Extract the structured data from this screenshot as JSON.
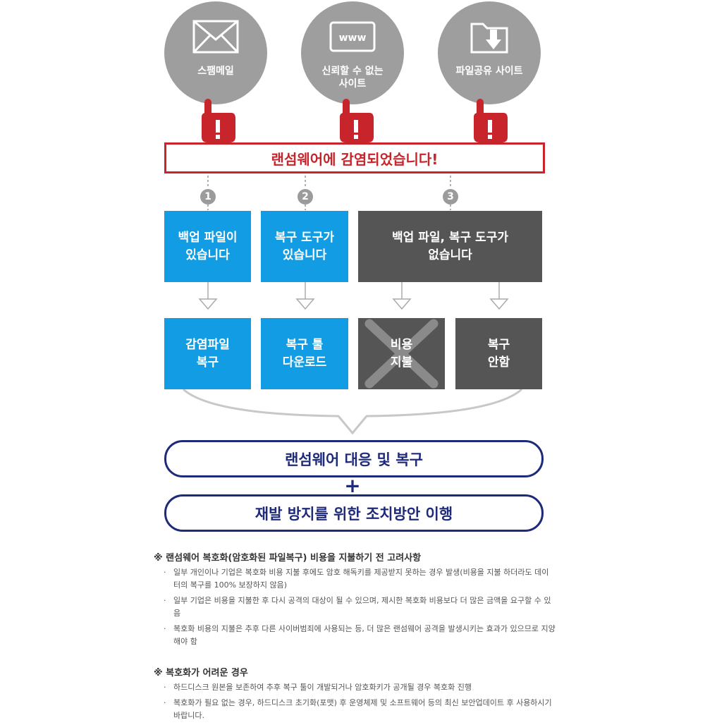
{
  "sources": [
    {
      "label": "스팸메일",
      "icon": "envelope-icon"
    },
    {
      "label": "신뢰할 수 없는\n사이트",
      "icon": "www-browser-icon",
      "icon_text": "www"
    },
    {
      "label": "파일공유 사이트",
      "icon": "folder-download-icon"
    }
  ],
  "alert": {
    "text": "랜섬웨어에 감염되었습니다!",
    "color": "#c7242b"
  },
  "numbers": [
    "1",
    "2",
    "3"
  ],
  "scenarios": [
    {
      "text": "백업 파일이\n있습니다",
      "color": "#129ce3"
    },
    {
      "text": "복구 도구가\n있습니다",
      "color": "#129ce3"
    },
    {
      "text": "백업 파일, 복구 도구가\n없습니다",
      "color": "#555555"
    }
  ],
  "outcomes": [
    {
      "text": "감염파일\n복구"
    },
    {
      "text": "복구 툴\n다운로드"
    },
    {
      "text": "비용\n지불",
      "crossed": true
    },
    {
      "text": "복구\n안함"
    }
  ],
  "result": {
    "response": "랜섬웨어 대응 및 복구",
    "plus": "+",
    "prevention": "재발 방지를 위한 조치방안 이행",
    "color": "#1e2a7a"
  },
  "notes": [
    {
      "title": "※ 랜섬웨어 복호화(암호화된 파일복구) 비용을 지불하기 전 고려사항",
      "items": [
        "일부 개인이나 기업은 복호화 비용 지불 후에도 암호 해독키를 제공받지 못하는 경우 발생(비용을 지불 하더라도 데이터의 복구를 100% 보장하지 않음)",
        "일부 기업은 비용을 지불한 후 다시 공격의 대상이 될 수 있으며, 제시한 복호화 비용보다 더 많은 금액을 요구할 수 있음",
        "복호화 비용의 지불은 추후 다른 사이버범죄에 사용되는 등, 더 많은 랜섬웨어 공격을 발생시키는 효과가 있으므로 지양해야 함"
      ]
    },
    {
      "title": "※ 복호화가 어려운 경우",
      "items": [
        "하드디스크 원본을 보존하여 추후 복구 툴이 개발되거나 암호화키가 공개될 경우 복호화 진행",
        "복호화가 필요 없는 경우, 하드디스크 초기화(포맷) 후 운영체제 및 소프트웨어 등의 최신 보안업데이트 후 사용하시기 바랍니다."
      ]
    }
  ],
  "bullet": "·"
}
